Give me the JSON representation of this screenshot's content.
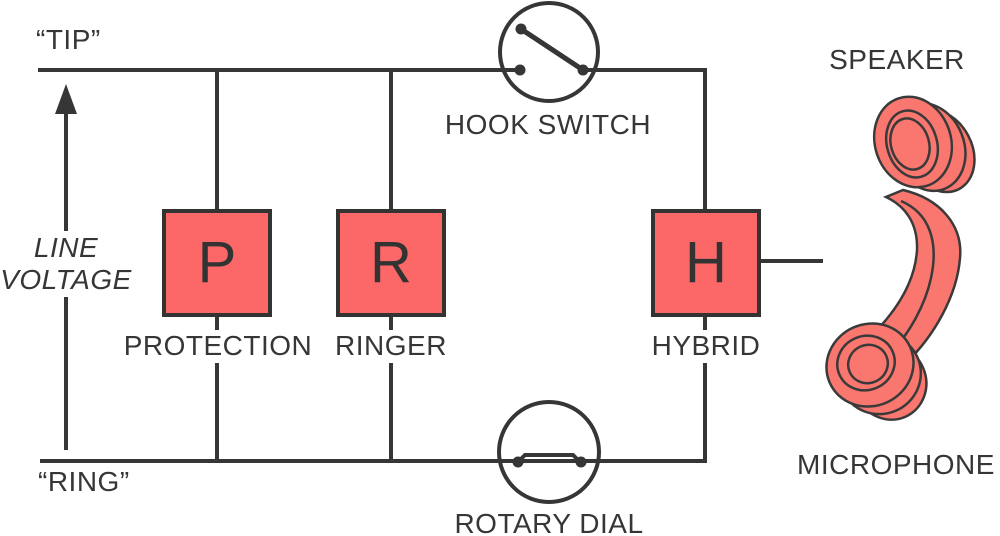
{
  "diagram": {
    "title_hint": "telephone line interface schematic",
    "colors": {
      "wire": "#363636",
      "text": "#363636",
      "block_fill": "#fc6867",
      "block_border": "#333333",
      "handset_fill": "#f9776f",
      "background": "#ffffff"
    },
    "terminals": {
      "tip": "“TIP”",
      "ring": "“RING”"
    },
    "line_voltage": {
      "line1": "LINE",
      "line2": "VOLTAGE"
    },
    "switches": {
      "hook_switch": "HOOK SWITCH",
      "rotary_dial": "ROTARY DIAL"
    },
    "blocks": [
      {
        "letter": "P",
        "label": "PROTECTION"
      },
      {
        "letter": "R",
        "label": "RINGER"
      },
      {
        "letter": "H",
        "label": "HYBRID"
      }
    ],
    "handset": {
      "speaker": "SPEAKER",
      "microphone": "MICROPHONE"
    }
  }
}
